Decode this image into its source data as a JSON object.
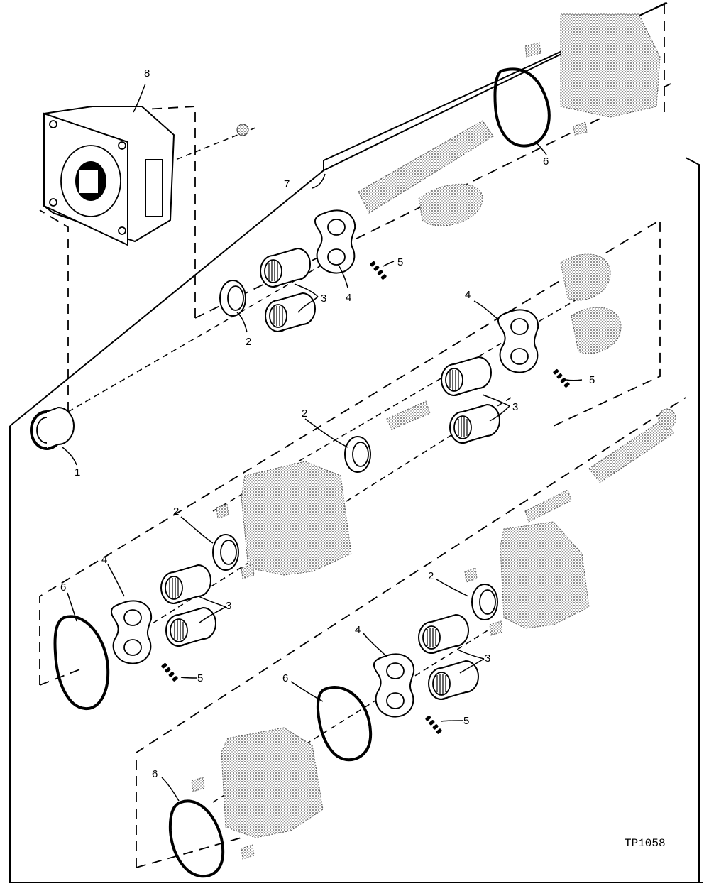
{
  "figure": {
    "id": "TP1058",
    "callouts": [
      {
        "key": "c1",
        "text": "1"
      },
      {
        "key": "c2a",
        "text": "2"
      },
      {
        "key": "c2b",
        "text": "2"
      },
      {
        "key": "c2c",
        "text": "2"
      },
      {
        "key": "c2d",
        "text": "2"
      },
      {
        "key": "c3a",
        "text": "3"
      },
      {
        "key": "c3b",
        "text": "3"
      },
      {
        "key": "c3c",
        "text": "3"
      },
      {
        "key": "c3d",
        "text": "3"
      },
      {
        "key": "c4a",
        "text": "4"
      },
      {
        "key": "c4b",
        "text": "4"
      },
      {
        "key": "c4c",
        "text": "4"
      },
      {
        "key": "c4d",
        "text": "4"
      },
      {
        "key": "c5a",
        "text": "5"
      },
      {
        "key": "c5b",
        "text": "5"
      },
      {
        "key": "c5c",
        "text": "5"
      },
      {
        "key": "c5d",
        "text": "5"
      },
      {
        "key": "c6a",
        "text": "6"
      },
      {
        "key": "c6b",
        "text": "6"
      },
      {
        "key": "c6c",
        "text": "6"
      },
      {
        "key": "c6d",
        "text": "6"
      },
      {
        "key": "c7",
        "text": "7"
      },
      {
        "key": "c8",
        "text": "8"
      }
    ]
  },
  "labels": {
    "c1": "1",
    "c2a": "2",
    "c2b": "2",
    "c2c": "2",
    "c2d": "2",
    "c3a": "3",
    "c3b": "3",
    "c3c": "3",
    "c3d": "3",
    "c4a": "4",
    "c4b": "4",
    "c4c": "4",
    "c4d": "4",
    "c5a": "5",
    "c5b": "5",
    "c5c": "5",
    "c5d": "5",
    "c6a": "6",
    "c6b": "6",
    "c6c": "6",
    "c6d": "6",
    "c7": "7",
    "c8": "8",
    "figure_id": "TP1058"
  }
}
